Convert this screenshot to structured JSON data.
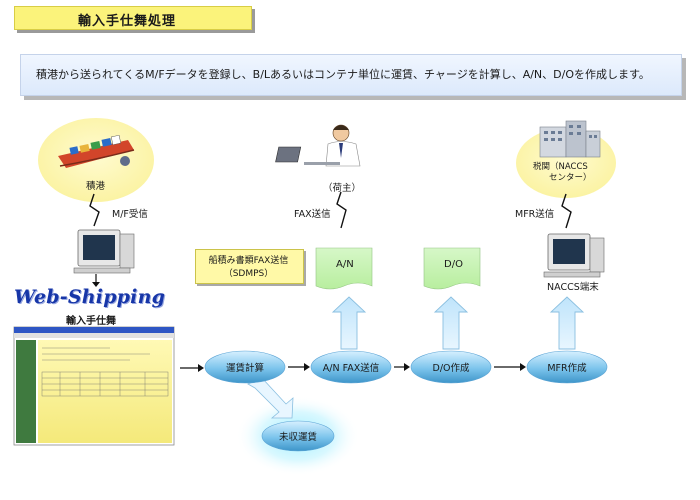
{
  "title": "輸入手仕舞処理",
  "description": "積港から送られてくるM/Fデータを登録し、B/Lあるいはコンテナ単位に運賃、チャージを計算し、A/N、D/Oを作成します。",
  "nodes": {
    "port": "積港",
    "shipper_name": "（荷主）",
    "customs_line1": "税関（NACCS",
    "customs_line2": "センター）",
    "naccs_terminal": "NACCS端末",
    "brand": "Web-Shipping",
    "brand_sub": "輸入手仕舞"
  },
  "edges": {
    "mf_receive": "M/F受信",
    "fax_send": "FAX送信",
    "mfr_send": "MFR送信"
  },
  "note": {
    "line1": "船積み書類FAX送信",
    "line2": "（SDMPS）"
  },
  "documents": {
    "an": "A/N",
    "do": "D/O"
  },
  "processes": {
    "freight_calc": "運賃計算",
    "an_fax": "A/N FAX送信",
    "do_create": "D/O作成",
    "mfr_create": "MFR作成",
    "uncollected": "未収運賃"
  }
}
